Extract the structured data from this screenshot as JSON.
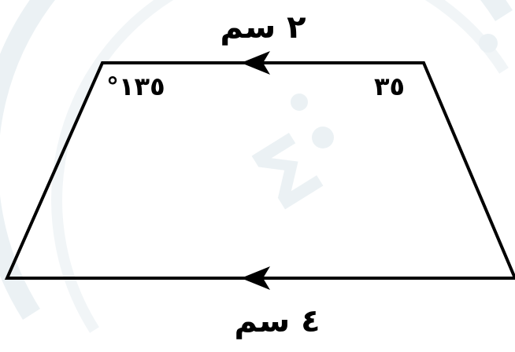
{
  "labels": {
    "top_side": "٢ سم",
    "bottom_side": "٤ سم",
    "top_left_angle": "°١٣٥",
    "top_right_angle": "٣٥"
  },
  "colors": {
    "stroke": "#000000",
    "watermark": "#dce7ec"
  }
}
